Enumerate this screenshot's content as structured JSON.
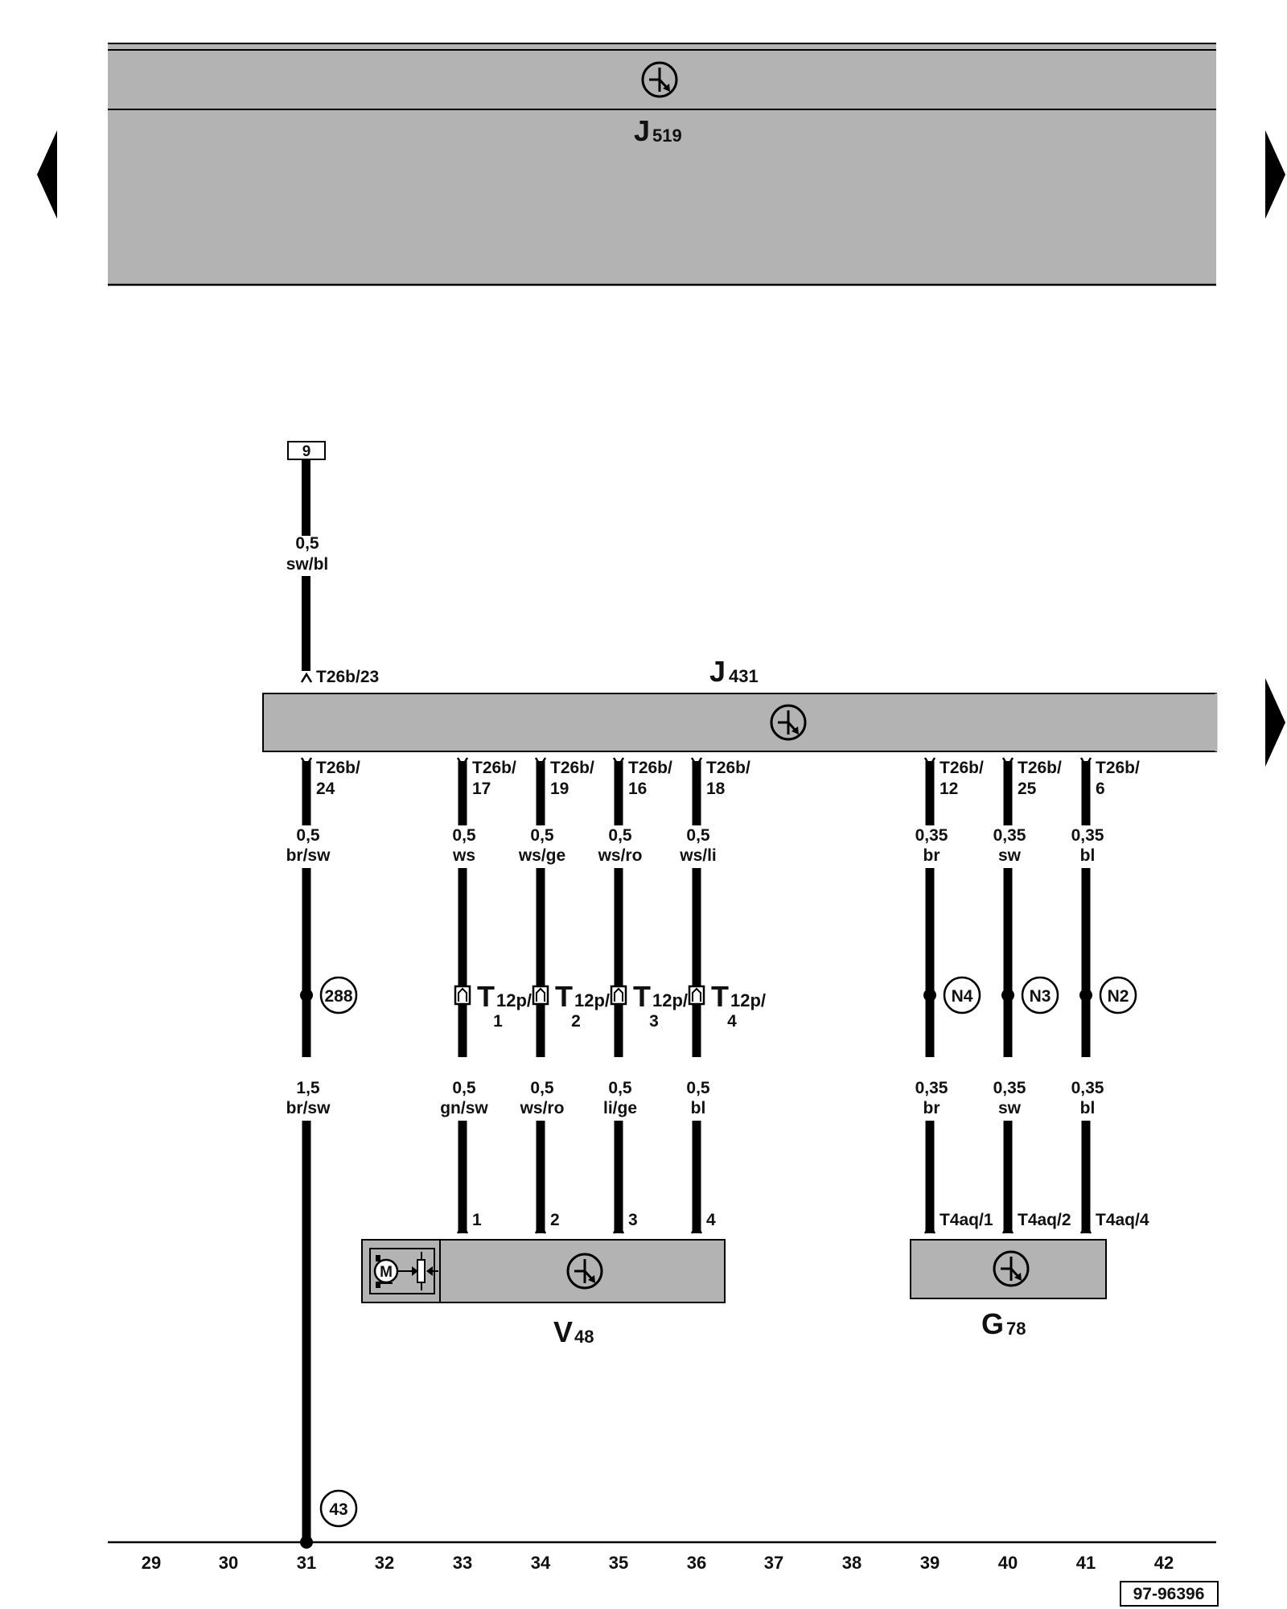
{
  "colors": {
    "module_fill": "#b3b3b3",
    "wire": "#000000",
    "background": "#ffffff"
  },
  "nav": {
    "prev_icon": "triangle-left-icon",
    "next_icon": "triangle-right-icon"
  },
  "modules": {
    "j519": {
      "name": "J",
      "sub": "519"
    },
    "j431": {
      "name": "J",
      "sub": "431"
    },
    "v48": {
      "name": "V",
      "sub": "48"
    },
    "g78": {
      "name": "G",
      "sub": "78"
    }
  },
  "ref_box": "9",
  "connector_t12p": "T12p/",
  "wires": [
    {
      "col": "31",
      "top_pin": "T26b/23",
      "size": "0,5",
      "color": "sw/bl"
    },
    {
      "col": "31",
      "pin": [
        "T26b/",
        "24"
      ],
      "upper": [
        "0,5",
        "br/sw"
      ],
      "lower": [
        "1,5",
        "br/sw"
      ],
      "node": "288",
      "ground": "43"
    },
    {
      "col": "33",
      "pin": [
        "T26b/",
        "17"
      ],
      "upper": [
        "0,5",
        "ws"
      ],
      "lower": [
        "0,5",
        "gn/sw"
      ],
      "connector_pin": "1",
      "end_pin": "1"
    },
    {
      "col": "34",
      "pin": [
        "T26b/",
        "19"
      ],
      "upper": [
        "0,5",
        "ws/ge"
      ],
      "lower": [
        "0,5",
        "ws/ro"
      ],
      "connector_pin": "2",
      "end_pin": "2"
    },
    {
      "col": "35",
      "pin": [
        "T26b/",
        "16"
      ],
      "upper": [
        "0,5",
        "ws/ro"
      ],
      "lower": [
        "0,5",
        "li/ge"
      ],
      "connector_pin": "3",
      "end_pin": "3"
    },
    {
      "col": "36",
      "pin": [
        "T26b/",
        "18"
      ],
      "upper": [
        "0,5",
        "ws/li"
      ],
      "lower": [
        "0,5",
        "bl"
      ],
      "connector_pin": "4",
      "end_pin": "4"
    },
    {
      "col": "39",
      "pin": [
        "T26b/",
        "12"
      ],
      "upper": [
        "0,35",
        "br"
      ],
      "lower": [
        "0,35",
        "br"
      ],
      "node": "N4",
      "end_pin": "T4aq/1"
    },
    {
      "col": "40",
      "pin": [
        "T26b/",
        "25"
      ],
      "upper": [
        "0,35",
        "sw"
      ],
      "lower": [
        "0,35",
        "sw"
      ],
      "node": "N3",
      "end_pin": "T4aq/2"
    },
    {
      "col": "41",
      "pin": [
        "T26b/",
        "6"
      ],
      "upper": [
        "0,35",
        "bl"
      ],
      "lower": [
        "0,35",
        "bl"
      ],
      "node": "N2",
      "end_pin": "T4aq/4"
    }
  ],
  "motor_symbol": "M",
  "ruler": [
    "29",
    "30",
    "31",
    "32",
    "33",
    "34",
    "35",
    "36",
    "37",
    "38",
    "39",
    "40",
    "41",
    "42"
  ],
  "doc_id": "97-96396"
}
